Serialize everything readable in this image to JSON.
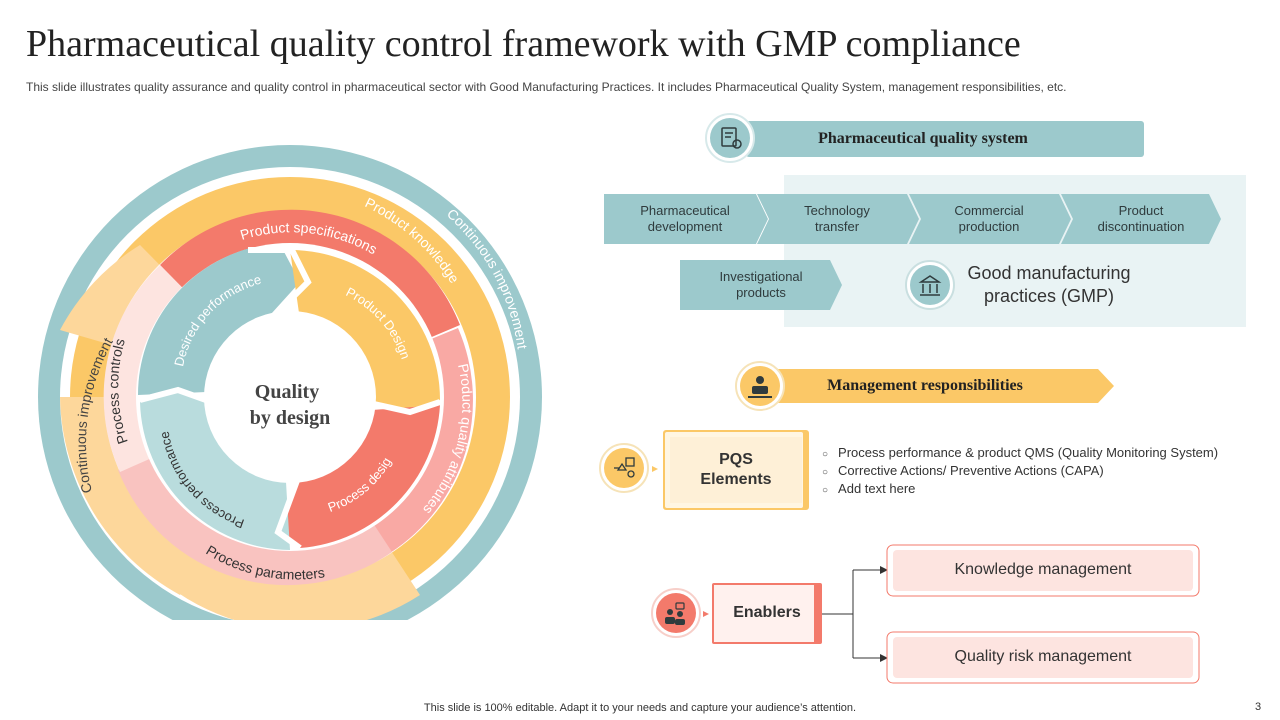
{
  "header": {
    "title": "Pharmaceutical quality control framework with GMP compliance",
    "subtitle": "This slide illustrates quality assurance and quality control in pharmaceutical sector with Good Manufacturing Practices. It includes Pharmaceutical Quality System, management responsibilities, etc."
  },
  "wheel": {
    "center": [
      "Quality",
      "by design"
    ],
    "outer_ring": [
      "Continuous improvement",
      "Continuous improvement"
    ],
    "knowledge_ring": [
      "Product knowledge"
    ],
    "middle_ring": [
      "Product specifications",
      "Product quality attributes",
      "Process parameters",
      "Process controls"
    ],
    "inner_ring": [
      "Desired performance",
      "Product Design",
      "Process design",
      "Process performance"
    ]
  },
  "pqs": {
    "banner": "Pharmaceutical quality system",
    "stages": [
      [
        "Pharmaceutical",
        "development"
      ],
      [
        "Technology",
        "transfer"
      ],
      [
        "Commercial",
        "production"
      ],
      [
        "Product",
        "discontinuation"
      ]
    ],
    "investigational": [
      "Investigational",
      "products"
    ],
    "gmp": [
      "Good manufacturing",
      "practices (GMP)"
    ]
  },
  "management": {
    "banner": "Management responsibilities",
    "pqs_elements": [
      "PQS",
      "Elements"
    ],
    "bullets": [
      "Process performance  & product QMS (Quality Monitoring System)",
      "Corrective  Actions/ Preventive  Actions (CAPA)",
      "Add text here"
    ]
  },
  "enablers": {
    "label": "Enablers",
    "items": [
      "Knowledge management",
      "Quality  risk management"
    ]
  },
  "footer": {
    "note": "This slide is 100% editable.  Adapt it to your needs and capture your audience’s attention.",
    "page": "3"
  },
  "colors": {
    "teal": "#9cc9cc",
    "yellow": "#fbc867",
    "coral": "#f37a6b",
    "pink": "#f9c3c0",
    "light_pink": "#fde4e0",
    "light_yellow": "#fdd79b",
    "light_teal_panel": "#e9f3f4"
  },
  "icons": [
    "system-gear-icon",
    "bank-building-icon",
    "team-presenter-icon",
    "pqs-shapes-icon",
    "enablers-team-icon"
  ]
}
